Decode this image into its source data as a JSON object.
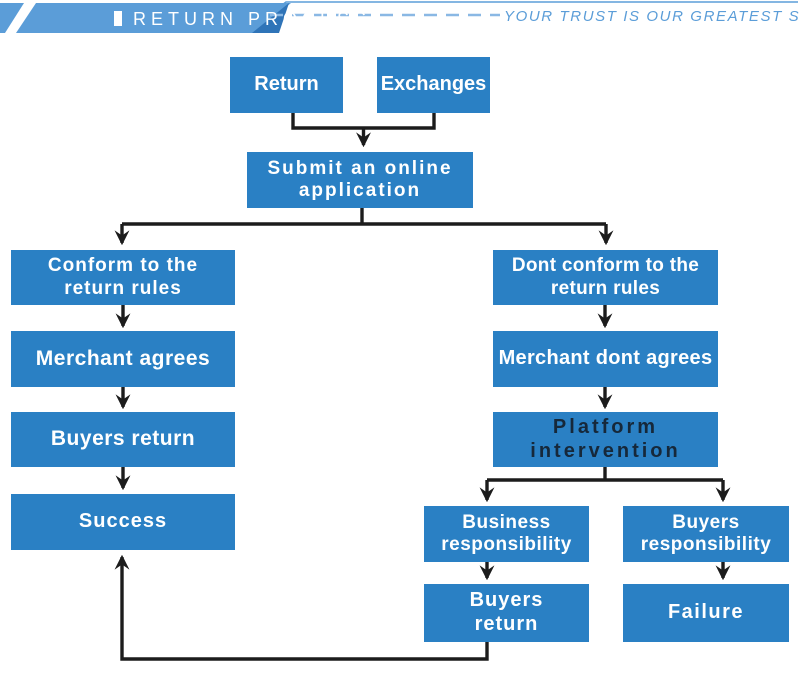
{
  "header": {
    "title": "RETURN PROCESS",
    "tagline": "YOUR TRUST IS OUR GREATEST SUPPORT"
  },
  "colors": {
    "banner": "#5b9dd8",
    "banner_fold": "#2f74b8",
    "accent": "#5b9dd8",
    "dash": "#8ab8e4",
    "box": "#2a80c4",
    "box_text": "#ffffff",
    "platform_text": "#16283a",
    "line": "#1c1c1c"
  },
  "flow": {
    "nodes": {
      "return": "Return",
      "exchanges": "Exchanges",
      "submit": "Submit an online\napplication",
      "conform": "Conform to the\nreturn rules",
      "dont_conform": "Dont conform to the\nreturn rules",
      "merchant_agrees": "Merchant agrees",
      "merchant_dont_agrees": "Merchant dont agrees",
      "buyers_return": "Buyers return",
      "platform_intervention": "Platform\nintervention",
      "success": "Success",
      "business_responsibility": "Business\nresponsibility",
      "buyers_responsibility": "Buyers\nresponsibility",
      "buyers_return_2": "Buyers\nreturn",
      "failure": "Failure"
    }
  }
}
